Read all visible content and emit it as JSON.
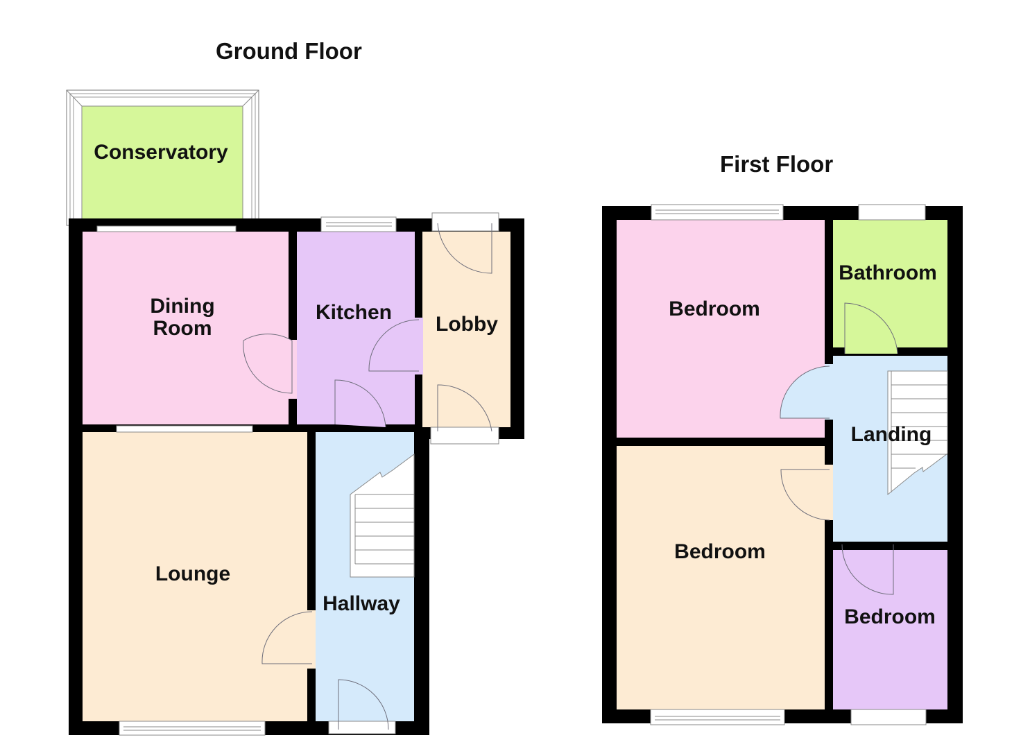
{
  "ground_floor": {
    "title": "Ground Floor",
    "rooms": [
      {
        "name": "Conservatory",
        "color": "#d6f79a"
      },
      {
        "name": "Dining Room",
        "line1": "Dining",
        "line2": "Room",
        "color": "#fcd3ec"
      },
      {
        "name": "Kitchen",
        "color": "#e6c7f8"
      },
      {
        "name": "Lobby",
        "color": "#fdebd3"
      },
      {
        "name": "Lounge",
        "color": "#fdebd3"
      },
      {
        "name": "Hallway",
        "color": "#d5eafb"
      }
    ]
  },
  "first_floor": {
    "title": "First Floor",
    "rooms": [
      {
        "name": "Bedroom",
        "color": "#fcd3ec"
      },
      {
        "name": "Bathroom",
        "color": "#d6f79a"
      },
      {
        "name": "Landing",
        "color": "#d5eafb"
      },
      {
        "name": "Bedroom",
        "color": "#fdebd3"
      },
      {
        "name": "Bedroom",
        "color": "#e6c7f8"
      }
    ]
  },
  "colors": {
    "wall": "#000000",
    "window": "#ffffff",
    "door_line": "#6d6d7a"
  }
}
